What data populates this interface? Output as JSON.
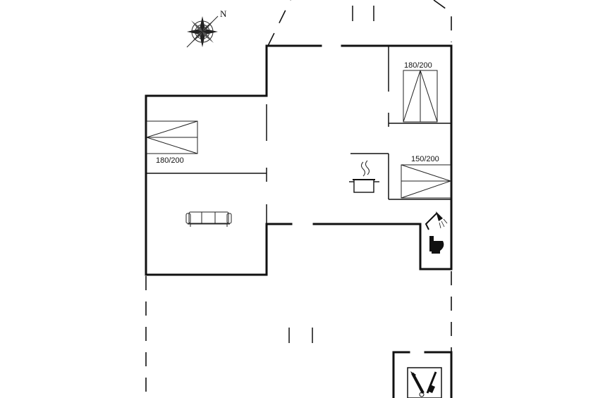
{
  "compass": {
    "north_label": "N"
  },
  "beds": [
    {
      "id": "bed-left",
      "label": "180/200"
    },
    {
      "id": "bed-top-right",
      "label": "180/200"
    },
    {
      "id": "bed-right",
      "label": "150/200"
    }
  ],
  "icons": {
    "sofa": "sofa-icon",
    "cooking": "cooking-pot-icon",
    "shower": "shower-icon",
    "toilet": "toilet-icon",
    "sauna": "tools-icon"
  }
}
